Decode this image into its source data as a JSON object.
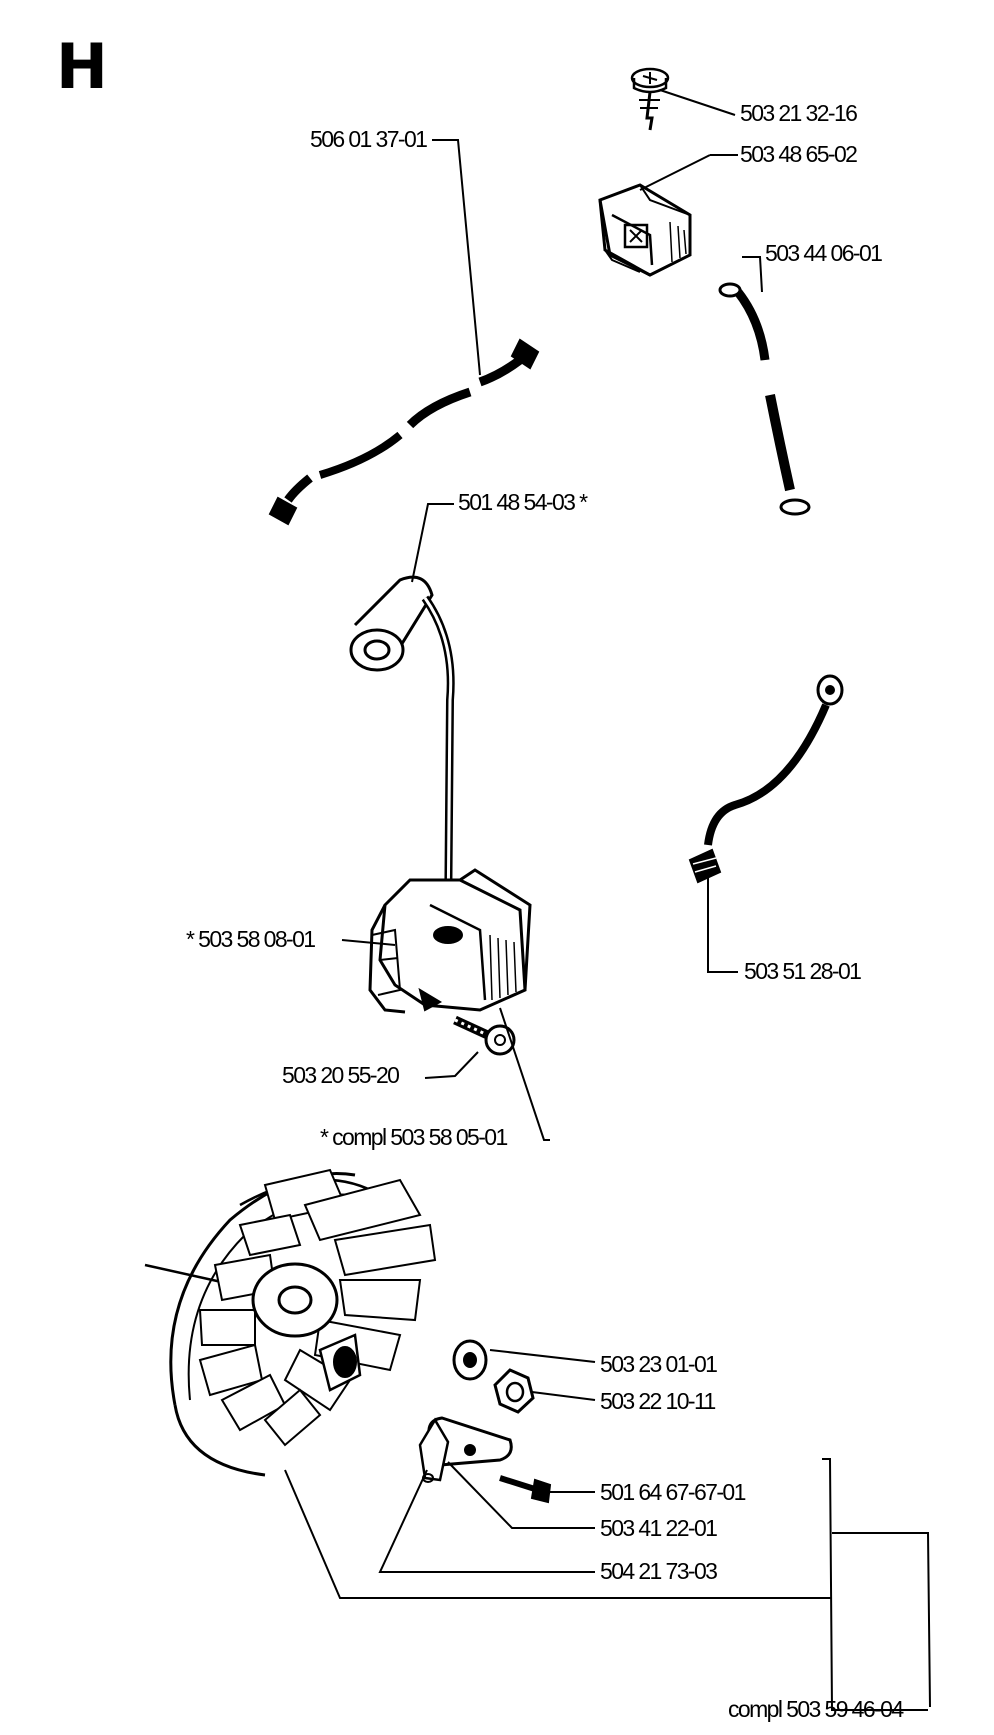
{
  "section": "H",
  "parts": {
    "screw_top": "503 21 32-16",
    "module": "503 48 65-02",
    "wire_right_top": "503 44 06-01",
    "wire_left": "506 01 37-01",
    "spark_plug_cap": "501 48 54-03 *",
    "ground_wire": "503 51 28-01",
    "coil_part": "* 503 58 08-01",
    "coil_screw": "503 20 55-20",
    "coil_compl": "* compl 503 58 05-01",
    "washer": "503 23 01-01",
    "nut": "503 22 10-11",
    "small_screw": "501 64 67-67-01",
    "pawl_plate": "503 41 22-01",
    "pawl": "504 21 73-03",
    "flywheel_compl": "compl 503 59 46-04"
  }
}
